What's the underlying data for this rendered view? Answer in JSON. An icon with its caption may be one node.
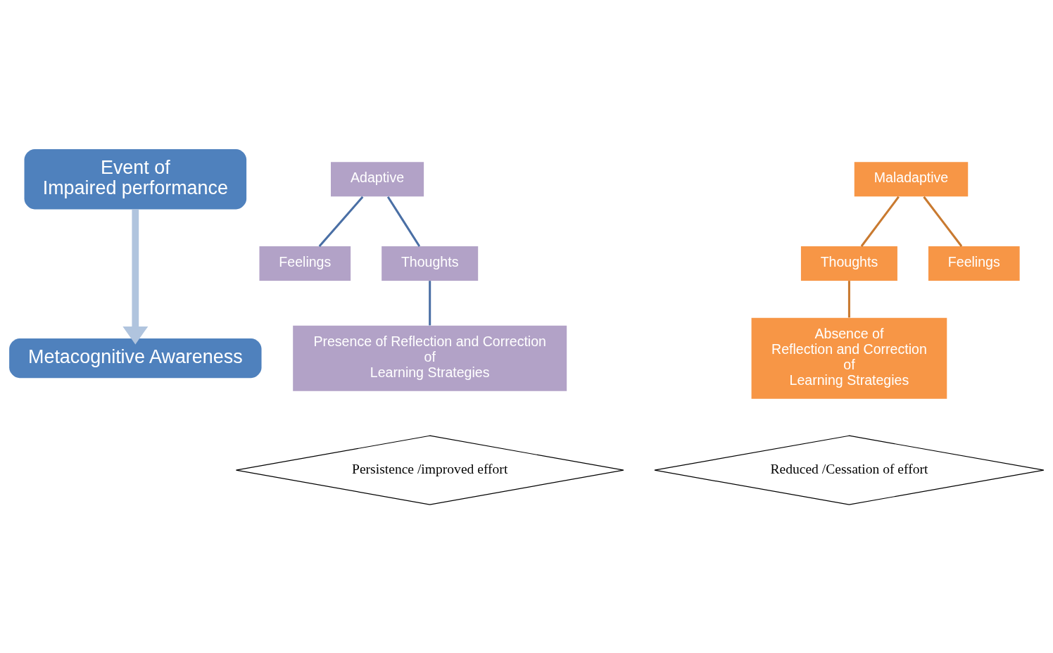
{
  "diagram": {
    "nodes": [
      {
        "text": [
          "Event of",
          "Impaired performance"
        ]
      },
      {
        "text": [
          "Adaptive"
        ]
      },
      {
        "text": [
          "Feelings"
        ]
      },
      {
        "text": [
          "Thoughts"
        ]
      },
      {
        "text": [
          "Presence of Reflection and Correction",
          "of",
          "Learning Strategies"
        ]
      },
      {
        "text": [
          "Persistence /improved effort"
        ]
      },
      {
        "text": [
          "Maladaptive"
        ]
      },
      {
        "text": [
          "Thoughts"
        ]
      },
      {
        "text": [
          "Feelings"
        ]
      },
      {
        "text": [
          "Absence of",
          "Reflection and Correction",
          "of",
          "Learning Strategies"
        ]
      },
      {
        "text": [
          "Reduced /Cessation of effort"
        ]
      },
      {
        "text": [
          "Metacognitive Awareness"
        ]
      }
    ],
    "edges": [
      {
        "from": 1,
        "to": 2,
        "arrow": "none",
        "color": "#4a6fa5"
      },
      {
        "from": 1,
        "to": 3,
        "arrow": "none",
        "color": "#4a6fa5"
      },
      {
        "from": 3,
        "to": 4,
        "arrow": "none",
        "color": "#4a6fa5"
      },
      {
        "from": 6,
        "to": 7,
        "arrow": "none",
        "color": "#c97a30"
      },
      {
        "from": 6,
        "to": 8,
        "arrow": "none",
        "color": "#c97a30"
      },
      {
        "from": 7,
        "to": 9,
        "arrow": "none",
        "color": "#c97a30"
      },
      {
        "from": 0,
        "to": 11,
        "arrow": "to",
        "style": "thick",
        "color": "#b0c4de"
      }
    ]
  }
}
